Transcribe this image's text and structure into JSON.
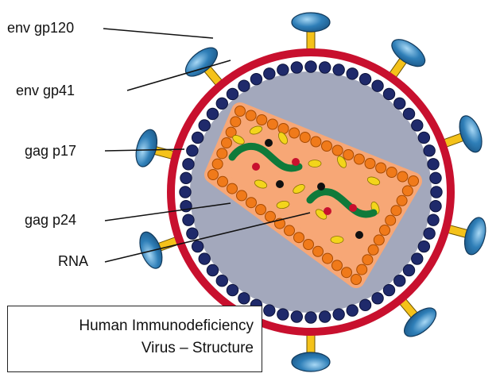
{
  "labels": {
    "gp120": "env gp120",
    "gp41": "env gp41",
    "p17": "gag p17",
    "p24": "gag p24",
    "rna": "RNA"
  },
  "title": {
    "line1": "Human Immunodeficiency",
    "line2": "Virus – Structure"
  },
  "colors": {
    "envelope": "#c8102e",
    "matrix_bead": "#1f2a6b",
    "interior": "#a3a8bc",
    "capsid_fill": "#f7a776",
    "capsid_bead": "#f07a1a",
    "spike_stem": "#f4c21a",
    "spike_cap": "#2f7fb8",
    "rna_strand": "#0f7a3a",
    "ellipse": "#f3d51b",
    "enzyme_red": "#c8102e",
    "enzyme_black": "#111111"
  }
}
